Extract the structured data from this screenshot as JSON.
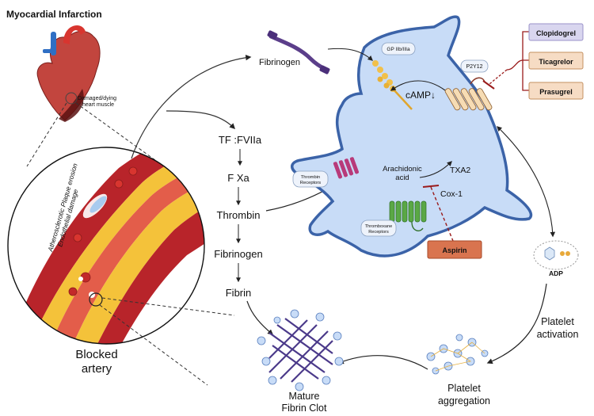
{
  "title": "Myocardial Infarction",
  "heart_label": [
    "Damaged/dying",
    "heart muscle"
  ],
  "artery_side_label": [
    "Atherosclerotic Plaque erosion",
    "Endothelial damage"
  ],
  "blocked_artery": [
    "Blocked",
    "artery"
  ],
  "cascade": [
    "TF :FVIIa",
    "F Xa",
    "Thrombin",
    "Fibrinogen",
    "Fibrin"
  ],
  "fibrinogen_top": "Fibrinogen",
  "gp_label": "GP IIb/IIIa",
  "p2y12_label": "P2Y12",
  "camp_label": "cAMP↓",
  "thrombin_receptors": [
    "Thrombin",
    "Receptors"
  ],
  "arachidonic": [
    "Arachidonic",
    "acid"
  ],
  "txa2": "TXA2",
  "cox1": "Cox-1",
  "thromboxane_receptors": [
    "Thromboxane",
    "Receptors"
  ],
  "drugs": {
    "clopidogrel": "Clopidogrel",
    "ticagrelor": "Ticagrelor",
    "prasugrel": "Prasugrel",
    "aspirin": "Aspirin"
  },
  "adp_label": "ADP",
  "platelet_activation": [
    "Platelet",
    "activation"
  ],
  "platelet_aggregation": [
    "Platelet",
    "aggregation"
  ],
  "mature_clot": [
    "Mature",
    "Fibrin Clot"
  ],
  "colors": {
    "platelet_fill": "#c8dcf7",
    "platelet_stroke": "#3b63a8",
    "clopidogrel": "#d9d6ef",
    "ticagrelor": "#f6dcc4",
    "prasugrel": "#f6dcc4",
    "aspirin": "#d9744f",
    "artery": "#b8242a",
    "plaque": "#f4c23a",
    "inhibit": "#9a1b1b"
  }
}
